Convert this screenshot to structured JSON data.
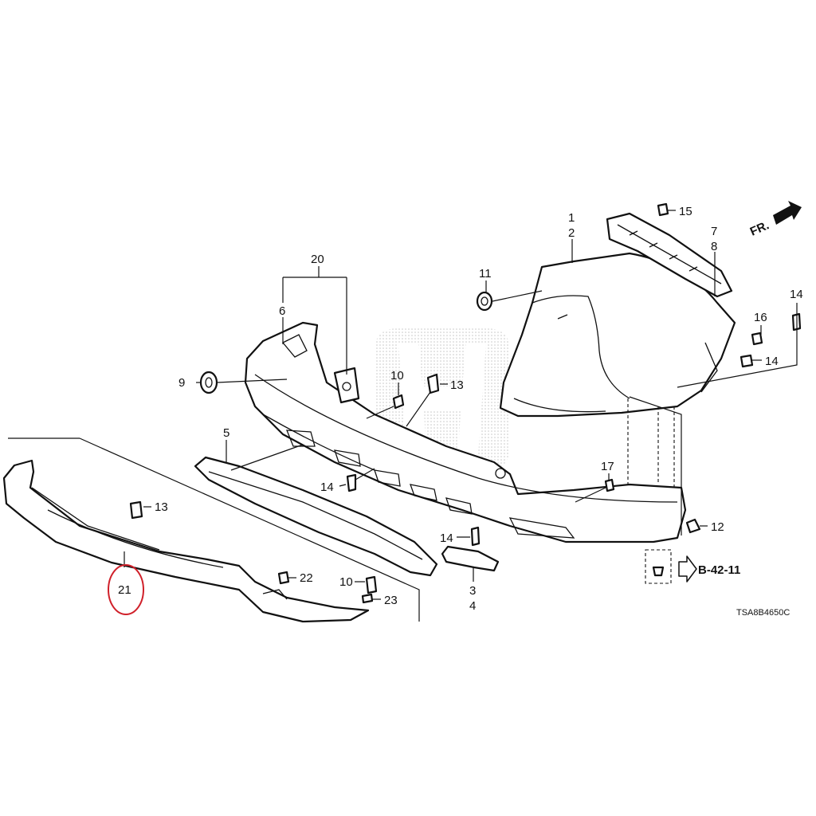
{
  "diagram": {
    "labels": {
      "c1": "1",
      "c2": "2",
      "c3": "3",
      "c4": "4",
      "c5": "5",
      "c6": "6",
      "c7": "7",
      "c8": "8",
      "c9": "9",
      "c10a": "10",
      "c10b": "10",
      "c11": "11",
      "c12": "12",
      "c13a": "13",
      "c13b": "13",
      "c14a": "14",
      "c14b": "14",
      "c14c": "14",
      "c14d": "14",
      "c15": "15",
      "c16": "16",
      "c17": "17",
      "c20": "20",
      "c21": "21",
      "c22": "22",
      "c23": "23"
    },
    "direction": "FR.",
    "reference": "B-42-11",
    "code": "TSA8B4650C",
    "highlight_color": "#d0202a",
    "watermark": "HONDA"
  }
}
